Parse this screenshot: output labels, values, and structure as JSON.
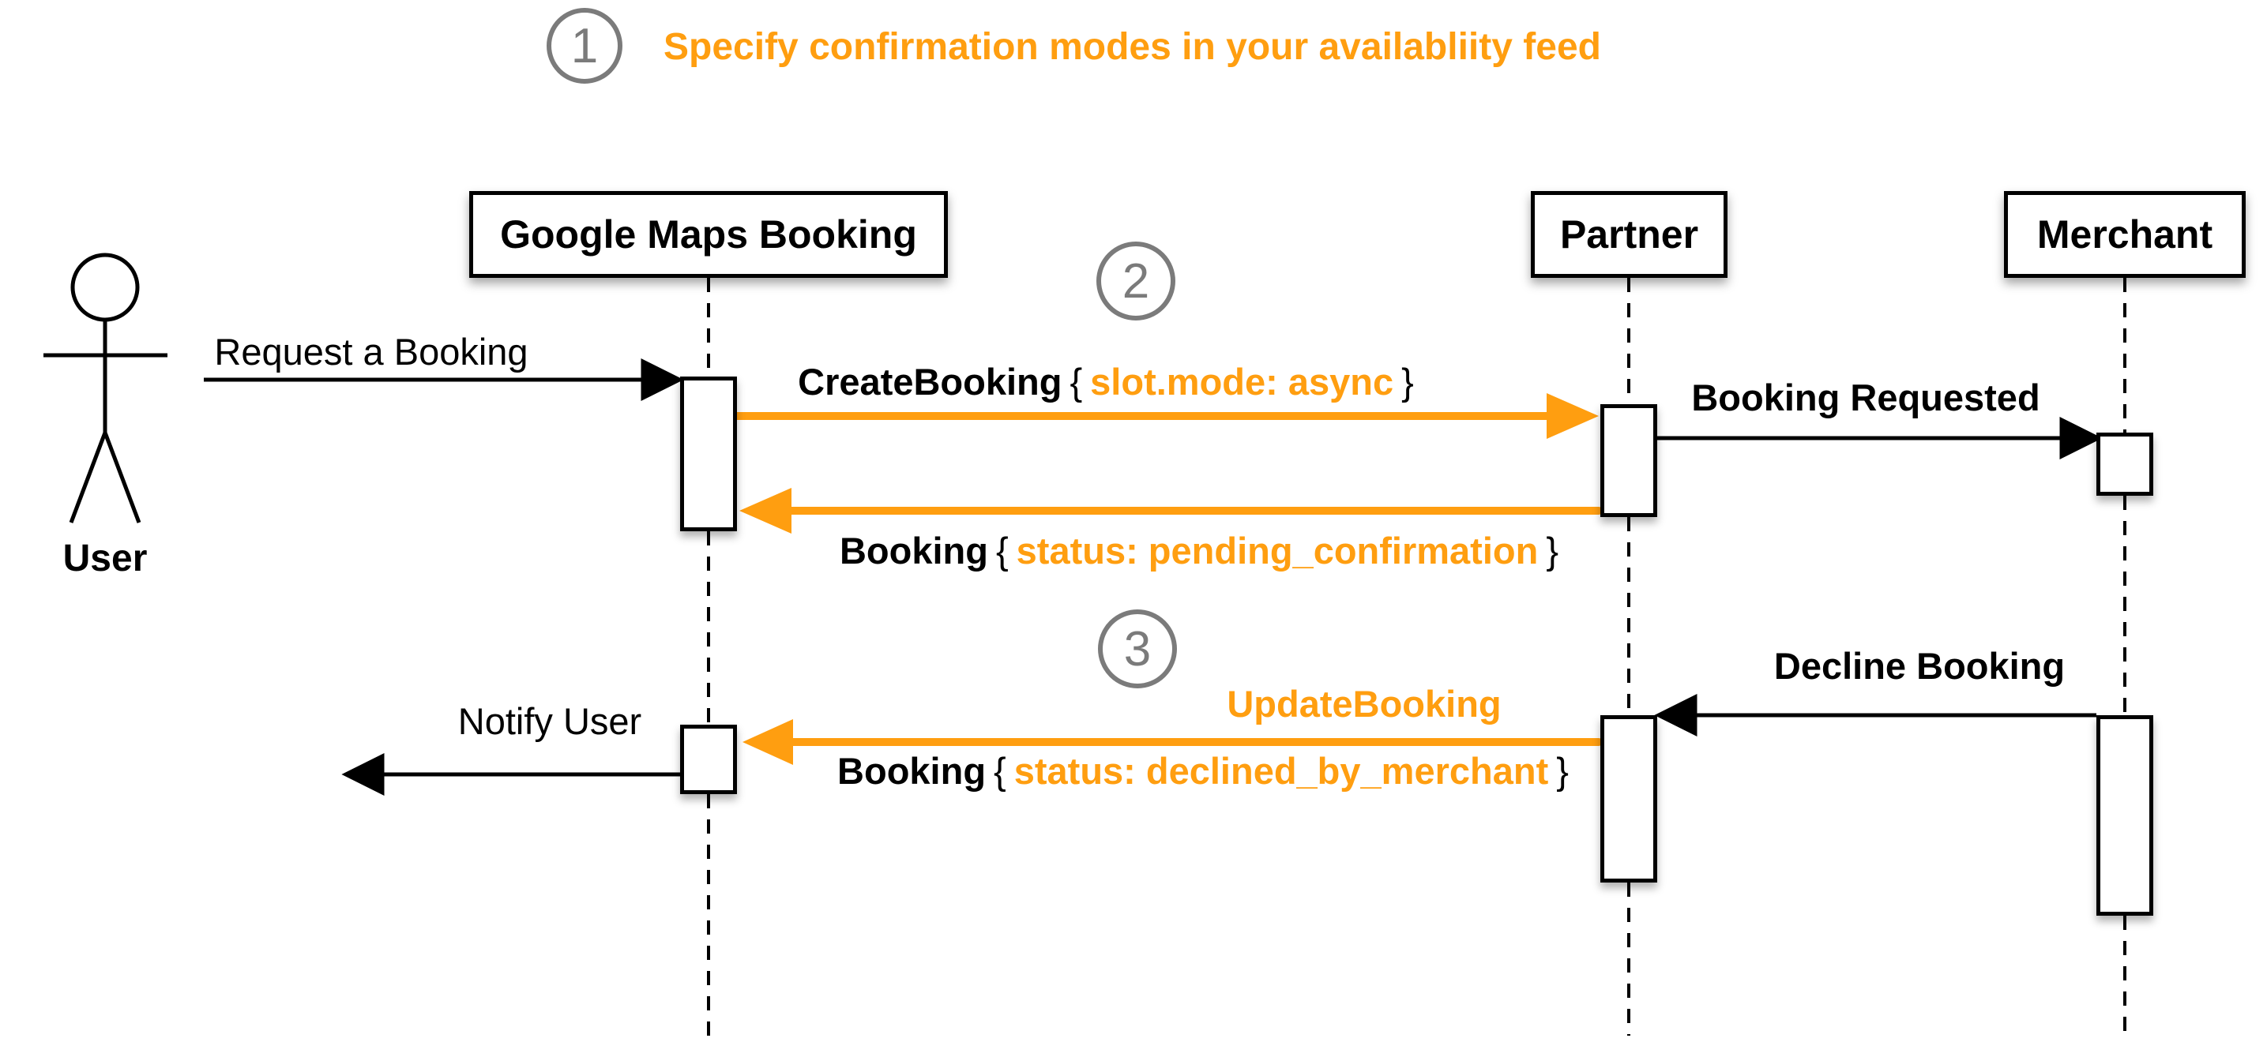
{
  "title": {
    "step_number": "1",
    "text": "Specify confirmation modes in your availabliity feed"
  },
  "steps": {
    "two": "2",
    "three": "3"
  },
  "actors": {
    "user": "User",
    "google_maps_booking": "Google Maps Booking",
    "partner": "Partner",
    "merchant": "Merchant"
  },
  "messages": {
    "request_booking": "Request a Booking",
    "create_booking": {
      "name": "CreateBooking",
      "open_brace": "{",
      "param": "slot.mode: async",
      "close_brace": "}"
    },
    "booking_requested": "Booking Requested",
    "booking_pending": {
      "name": "Booking",
      "open_brace": "{",
      "param": "status: pending_confirmation",
      "close_brace": "}"
    },
    "update_booking": "UpdateBooking",
    "decline_booking": "Decline Booking",
    "booking_declined": {
      "name": "Booking",
      "open_brace": "{",
      "param": "status: declined_by_merchant",
      "close_brace": "}"
    },
    "notify_user": "Notify User"
  },
  "colors": {
    "accent_orange": "#FF9E10",
    "step_gray": "#7B7B7B",
    "line_black": "#000000"
  }
}
